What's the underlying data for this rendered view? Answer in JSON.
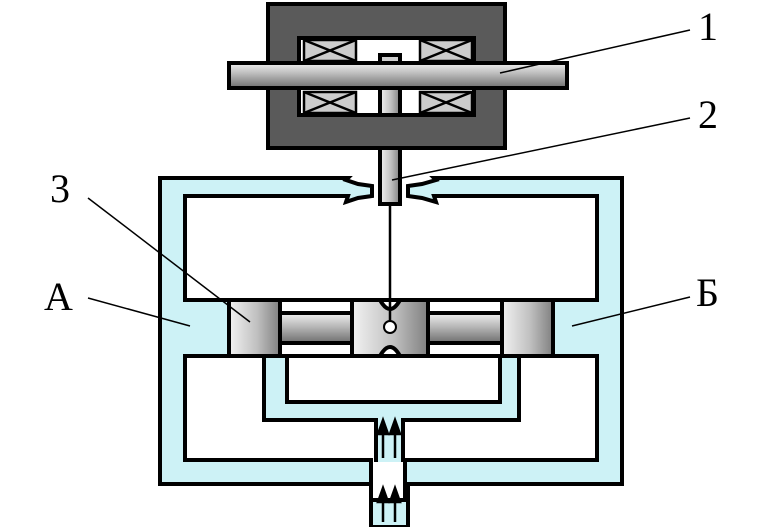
{
  "colors": {
    "fluid": "#cdf2f6",
    "outline": "#000000",
    "magnet_core": "#5a5a5a",
    "spool_light": "#dcdcdc",
    "spool_mid": "#b4b4b4",
    "spool_dark": "#7a7a7a",
    "background": "#ffffff"
  },
  "callouts": {
    "one": "1",
    "two": "2",
    "three": "3",
    "chamber_a": "А",
    "chamber_b": "Б"
  }
}
